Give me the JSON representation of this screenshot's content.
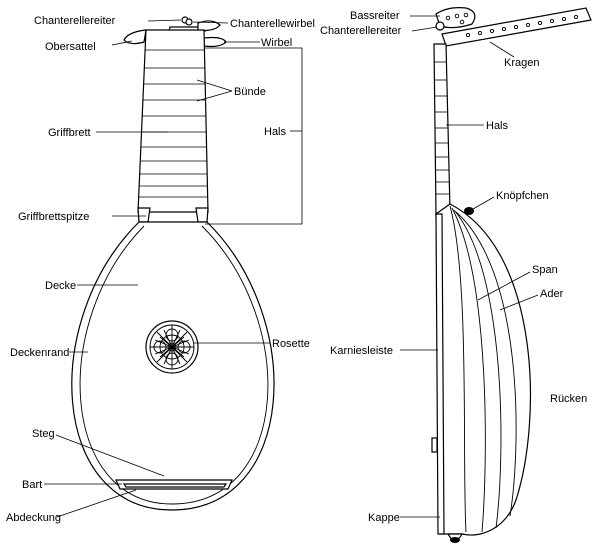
{
  "labels": {
    "chanterellereiter_front": "Chanterellereiter",
    "chanterellewirbel": "Chanterellewirbel",
    "obersattel": "Obersattel",
    "wirbel": "Wirbel",
    "buende": "Bünde",
    "griffbrett": "Griffbrett",
    "hals_front": "Hals",
    "griffbrettspitze": "Griffbrettspitze",
    "decke": "Decke",
    "deckenrand": "Deckenrand",
    "rosette": "Rosette",
    "steg": "Steg",
    "bart": "Bart",
    "abdeckung": "Abdeckung",
    "bassreiter": "Bassreiter",
    "chanterellereiter_side": "Chanterellereiter",
    "kragen": "Kragen",
    "hals_side": "Hals",
    "knoepfchen": "Knöpfchen",
    "span": "Span",
    "ader": "Ader",
    "karniesleiste": "Karniesleiste",
    "ruecken": "Rücken",
    "kappe": "Kappe"
  }
}
